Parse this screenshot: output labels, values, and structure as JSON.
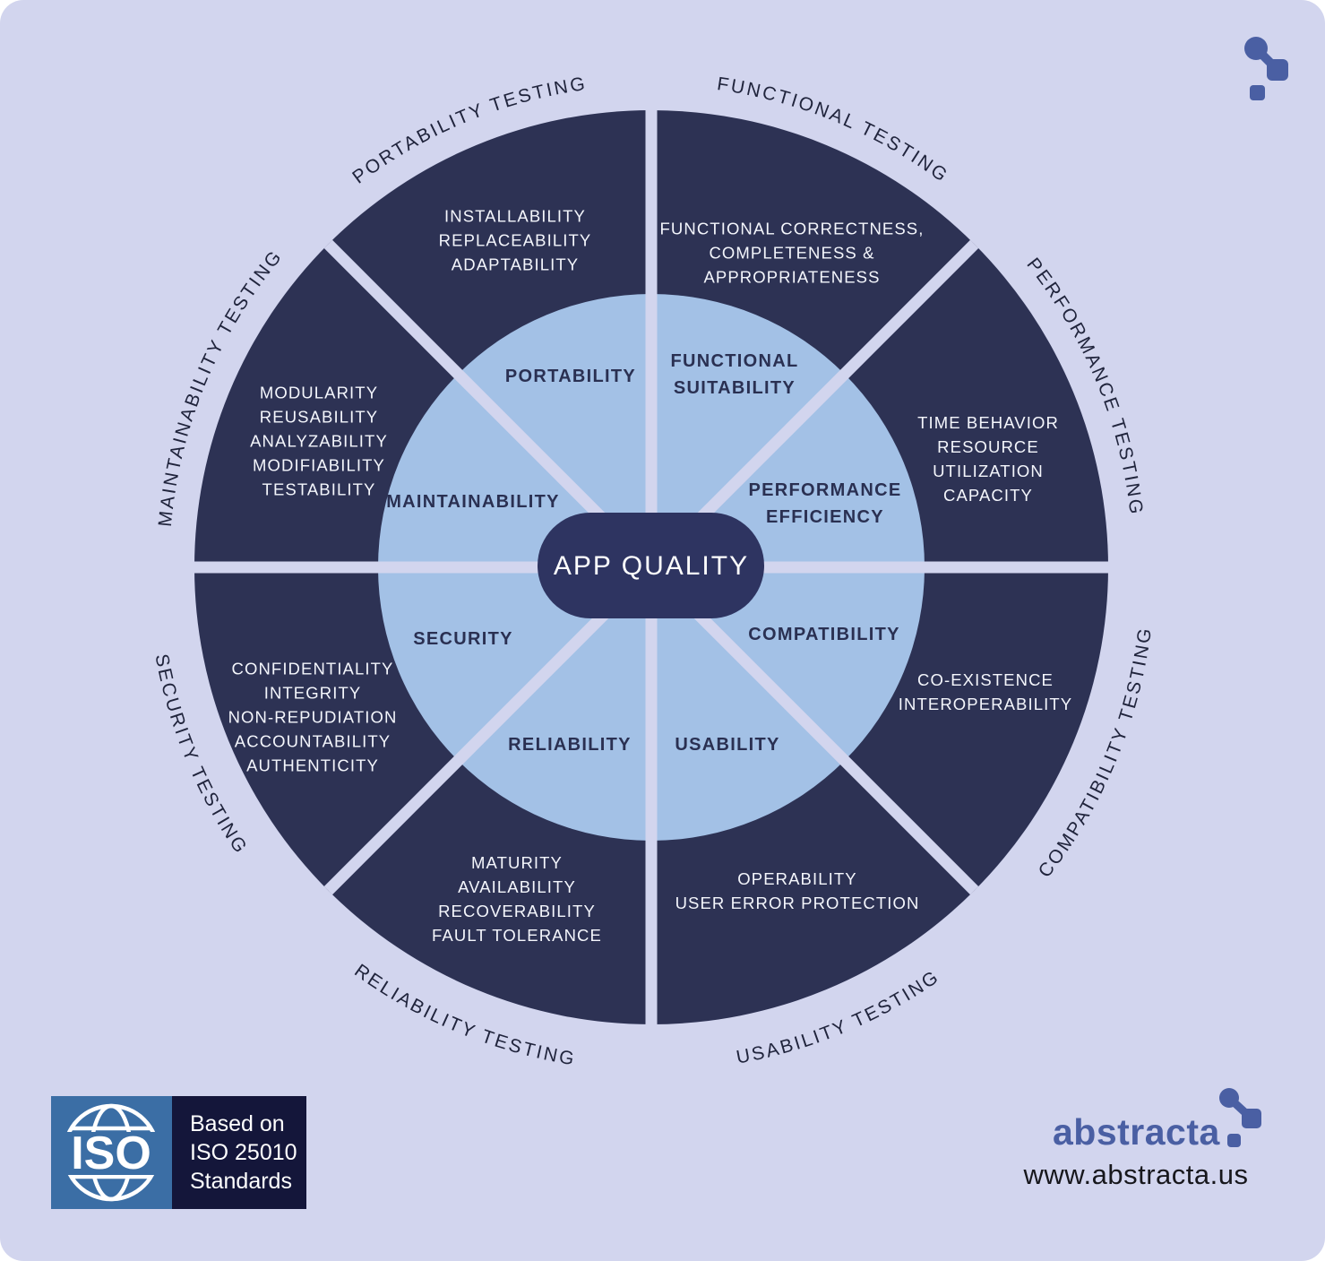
{
  "colors": {
    "background": "#d2d5ee",
    "outer_ring": "#2d3254",
    "inner_circle": "#a3c1e6",
    "center_pill": "#2e3461",
    "divider": "#d2d5ee",
    "inner_text": "#2a3052",
    "ring_text": "#f4f6fc",
    "curved_text": "#20243c",
    "iso_blue": "#3b6ea5",
    "iso_dark": "#14163a",
    "brand_blue": "#4a5fa3"
  },
  "wheel": {
    "center_label": "APP QUALITY",
    "segments": [
      {
        "id": "functional",
        "inner_label": "FUNCTIONAL\nSUITABILITY",
        "outer_label": "FUNCTIONAL CORRECTNESS,\nCOMPLETENESS &\nAPPROPRIATENESS",
        "testing_label": "FUNCTIONAL TESTING"
      },
      {
        "id": "performance",
        "inner_label": "PERFORMANCE\nEFFICIENCY",
        "outer_label": "TIME BEHAVIOR\nRESOURCE\nUTILIZATION\nCAPACITY",
        "testing_label": "PERFORMANCE TESTING"
      },
      {
        "id": "compatibility",
        "inner_label": "COMPATIBILITY",
        "outer_label": "CO-EXISTENCE\nINTEROPERABILITY",
        "testing_label": "COMPATIBILITY TESTING"
      },
      {
        "id": "usability",
        "inner_label": "USABILITY",
        "outer_label": "OPERABILITY\nUSER ERROR PROTECTION",
        "testing_label": "USABILITY TESTING"
      },
      {
        "id": "reliability",
        "inner_label": "RELIABILITY",
        "outer_label": "MATURITY\nAVAILABILITY\nRECOVERABILITY\nFAULT TOLERANCE",
        "testing_label": "RELIABILITY TESTING"
      },
      {
        "id": "security",
        "inner_label": "SECURITY",
        "outer_label": "CONFIDENTIALITY\nINTEGRITY\nNON-REPUDIATION\nACCOUNTABILITY\nAUTHENTICITY",
        "testing_label": "SECURITY TESTING"
      },
      {
        "id": "maintainability",
        "inner_label": "MAINTAINABILITY",
        "outer_label": "MODULARITY\nREUSABILITY\nANALYZABILITY\nMODIFIABILITY\nTESTABILITY",
        "testing_label": "MAINTAINABILITY TESTING"
      },
      {
        "id": "portability",
        "inner_label": "PORTABILITY",
        "outer_label": "INSTALLABILITY\nREPLACEABILITY\nADAPTABILITY",
        "testing_label": "PORTABILITY TESTING"
      }
    ]
  },
  "footer": {
    "iso": {
      "logo_text": "ISO",
      "caption": "Based on\nISO 25010\nStandards"
    },
    "brand": {
      "name": "abstracta",
      "url": "www.abstracta.us"
    }
  }
}
